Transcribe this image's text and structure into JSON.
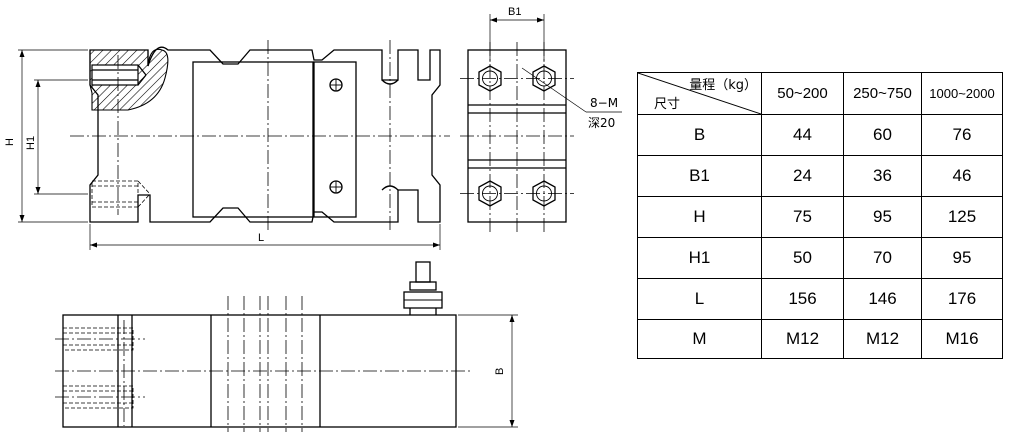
{
  "front_view": {
    "dim_H": "H",
    "dim_H1": "H1",
    "dim_L": "L"
  },
  "end_view": {
    "dim_B1": "B1",
    "hole_callout_count": "8−M",
    "hole_callout_depth": "深20"
  },
  "top_view": {
    "dim_B": "B"
  },
  "spec_table": {
    "corner_top": "量程（kg）",
    "corner_bottom": "尺寸",
    "columns": [
      "50~200",
      "250~750",
      "1000~2000"
    ],
    "rows": [
      {
        "label": "B",
        "values": [
          "44",
          "60",
          "76"
        ]
      },
      {
        "label": "B1",
        "values": [
          "24",
          "36",
          "46"
        ]
      },
      {
        "label": "H",
        "values": [
          "75",
          "95",
          "125"
        ]
      },
      {
        "label": "H1",
        "values": [
          "50",
          "70",
          "95"
        ]
      },
      {
        "label": "L",
        "values": [
          "156",
          "146",
          "176"
        ]
      },
      {
        "label": "M",
        "values": [
          "M12",
          "M12",
          "M16"
        ]
      }
    ]
  }
}
